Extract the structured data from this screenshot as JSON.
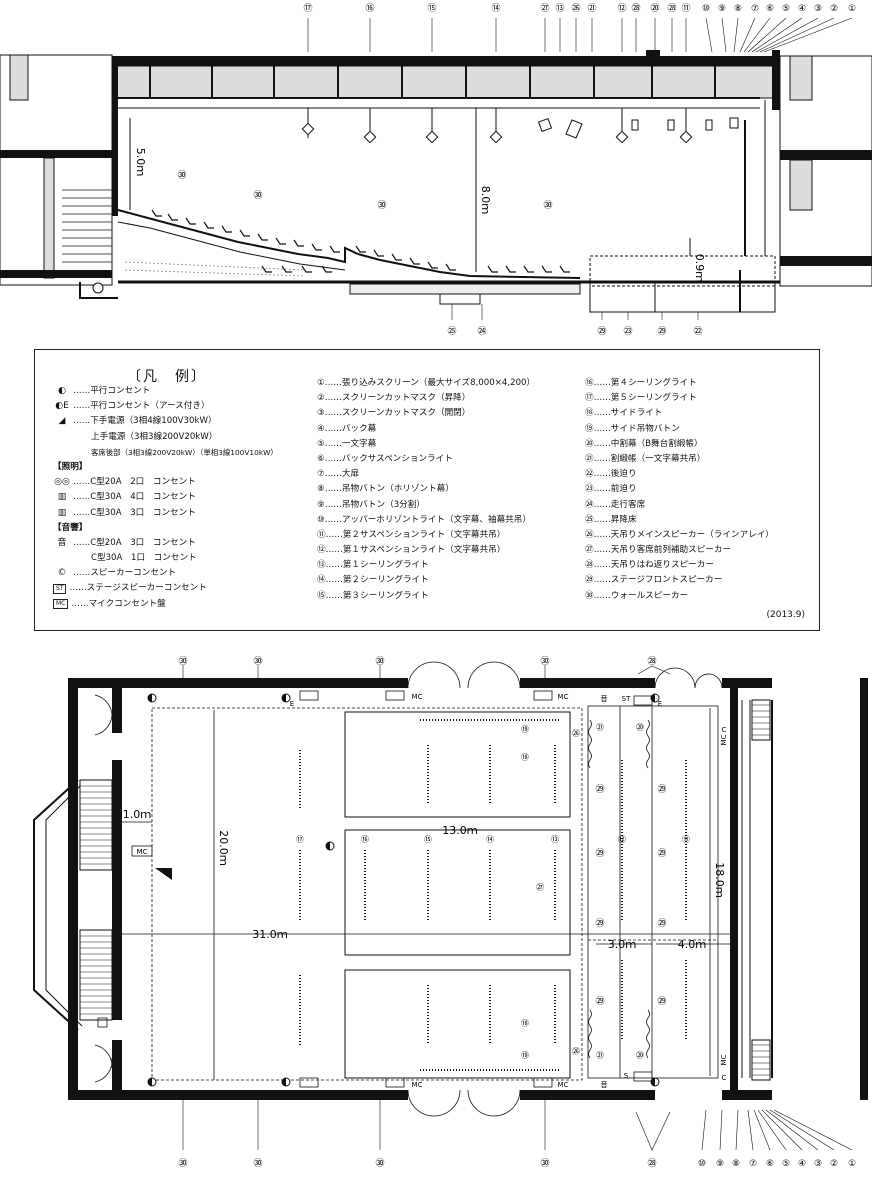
{
  "section": {
    "callouts_top": [
      "⑰",
      "⑯",
      "⑮",
      "⑭",
      "㉗",
      "⑬",
      "㉖",
      "㉑",
      "⑫",
      "㉘",
      "⑳",
      "㉘",
      "⑪",
      "⑩",
      "⑨",
      "⑧",
      "⑦",
      "⑥",
      "⑤",
      "④",
      "③",
      "②",
      "①"
    ],
    "callouts_bottom": [
      "㉕",
      "㉔",
      "㉙",
      "㉓",
      "㉙",
      "㉒"
    ],
    "wall_speaker": "㉚",
    "dim_5": "5.0ｍ",
    "dim_8": "8.0ｍ",
    "dim_09": "0.9ｍ"
  },
  "legend": {
    "title": "〔凡　例〕",
    "col1": [
      {
        "sym": "◐",
        "text": "……平行コンセント"
      },
      {
        "sym": "◐E",
        "text": "……平行コンセント（アース付き）"
      },
      {
        "sym": "◢",
        "text": "……下手電源（3相4線100V30kW）"
      },
      {
        "sym": "",
        "text": "上手電源（3相3線200V20kW）"
      },
      {
        "sym": "",
        "text": "客席後部（3相3線200V20kW）（単相3線100V10kW）"
      },
      {
        "head": true,
        "text": "【照明】"
      },
      {
        "sym": "◎◎",
        "text": "……C型20A　2口　コンセント"
      },
      {
        "sym": "▥",
        "text": "……C型30A　4口　コンセント"
      },
      {
        "sym": "▥",
        "text": "……C型30A　3口　コンセント"
      },
      {
        "head": true,
        "text": "【音響】"
      },
      {
        "sym": "音",
        "text": "……C型20A　3口　コンセント"
      },
      {
        "sym": "",
        "text": "C型30A　1口　コンセント"
      },
      {
        "sym": "©",
        "text": "……スピーカーコンセント"
      },
      {
        "box": "ST",
        "text": "……ステージスピーカーコンセント"
      },
      {
        "box": "MC",
        "text": "……マイクコンセント盤"
      }
    ],
    "col2": [
      "①……張り込みスクリーン（最大サイズ8,000×4,200）",
      "②……スクリーンカットマスク（昇降）",
      "③……スクリーンカットマスク（開閉）",
      "④……バック幕",
      "⑤……一文字幕",
      "⑥……バックサスペンションライト",
      "⑦……大扉",
      "⑧……吊物バトン（ホリゾント幕）",
      "⑨……吊物バトン（3分割）",
      "⑩……アッパーホリゾントライト（文字幕、袖幕共吊）",
      "⑪……第２サスペンションライト（文字幕共吊）",
      "⑫……第１サスペンションライト（文字幕共吊）",
      "⑬……第１シーリングライト",
      "⑭……第２シーリングライト",
      "⑮……第３シーリングライト"
    ],
    "col3": [
      "⑯……第４シーリングライト",
      "⑰……第５シーリングライト",
      "⑱……サイドライト",
      "⑲……サイド吊物バトン",
      "⑳……中割幕（B舞台割緞帳）",
      "㉑……割緞帳（一文字幕共吊）",
      "㉒……後迫り",
      "㉓……前迫り",
      "㉔……走行客席",
      "㉕……昇降床",
      "㉖……天吊りメインスピーカー（ラインアレイ）",
      "㉗……天吊り客席前列補助スピーカー",
      "㉘……天吊りはね返りスピーカー",
      "㉙……ステージフロントスピーカー",
      "㉚……ウォールスピーカー"
    ],
    "date": "(2013.9)"
  },
  "plan": {
    "callouts_top_wall": [
      "㉚",
      "㉚",
      "㉚",
      "㉚"
    ],
    "callout_28": "㉘",
    "callouts_bottom_right": [
      "⑩",
      "⑨",
      "⑧",
      "⑦",
      "⑥",
      "⑤",
      "④",
      "③",
      "②",
      "①"
    ],
    "dim_1": "1.0ｍ",
    "dim_20": "20.0ｍ",
    "dim_13": "13.0ｍ",
    "dim_31": "31.0ｍ",
    "dim_3": "3.0ｍ",
    "dim_4": "4.0ｍ",
    "dim_18": "18.0ｍ",
    "mc": "MC",
    "st": "ST",
    "s": "S",
    "on": "音",
    "c": "C",
    "e": "E",
    "ceiling_labels": [
      "⑰",
      "⑯",
      "⑮",
      "⑭",
      "⑬",
      "⑫",
      "⑪"
    ],
    "c18": "⑱",
    "c19": "⑲",
    "c20": "⑳",
    "c21": "㉑",
    "c26": "㉖",
    "c27": "㉗",
    "c29": "㉙"
  }
}
